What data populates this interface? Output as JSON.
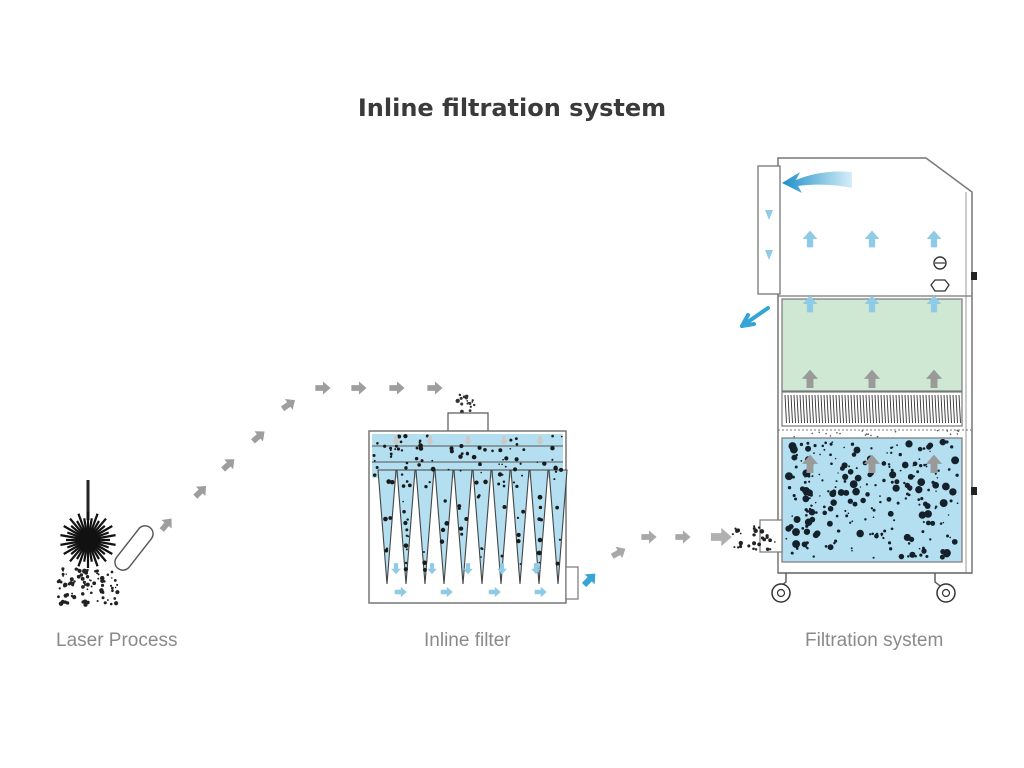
{
  "title": "Inline filtration system",
  "captions": {
    "laser": "Laser Process",
    "inline": "Inline filter",
    "filtration": "Filtration system"
  },
  "colors": {
    "water": "#b3dff0",
    "filter_green": "#cfe8d3",
    "arrow_blue": "#35a4d6",
    "arrow_gray": "#9e9e9e",
    "outline": "#7a7a7a"
  }
}
